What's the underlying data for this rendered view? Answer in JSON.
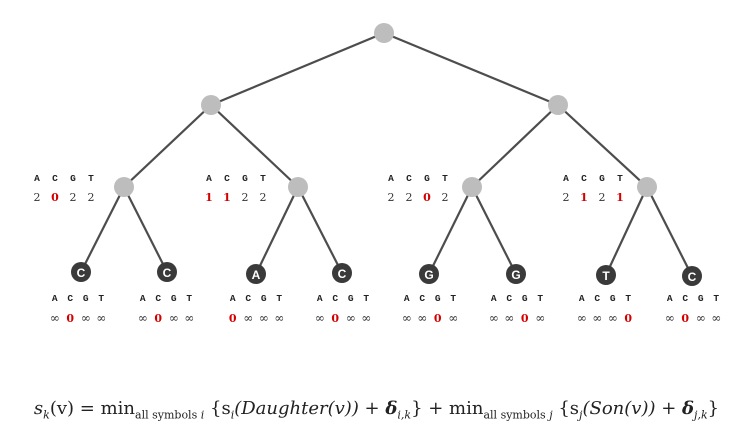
{
  "colors": {
    "red": "#d40000",
    "edge": "#4d4d4d",
    "internal_node": "#bdbdbd",
    "leaf_node": "#3a3a3a"
  },
  "alphabet": [
    "A",
    "C",
    "G",
    "T"
  ],
  "tree": {
    "internal_level2": [
      {
        "scores": [
          "2",
          "0",
          "2",
          "2"
        ],
        "red": [
          1
        ]
      },
      {
        "scores": [
          "1",
          "1",
          "2",
          "2"
        ],
        "red": [
          0,
          1
        ]
      },
      {
        "scores": [
          "2",
          "2",
          "0",
          "2"
        ],
        "red": [
          2
        ]
      },
      {
        "scores": [
          "2",
          "1",
          "2",
          "1"
        ],
        "red": [
          1,
          3
        ]
      }
    ],
    "leaves": [
      {
        "symbol": "C",
        "scores": [
          "∞",
          "0",
          "∞",
          "∞"
        ],
        "red": [
          1
        ]
      },
      {
        "symbol": "C",
        "scores": [
          "∞",
          "0",
          "∞",
          "∞"
        ],
        "red": [
          1
        ]
      },
      {
        "symbol": "A",
        "scores": [
          "0",
          "∞",
          "∞",
          "∞"
        ],
        "red": [
          0
        ]
      },
      {
        "symbol": "C",
        "scores": [
          "∞",
          "0",
          "∞",
          "∞"
        ],
        "red": [
          1
        ]
      },
      {
        "symbol": "G",
        "scores": [
          "∞",
          "∞",
          "0",
          "∞"
        ],
        "red": [
          2
        ]
      },
      {
        "symbol": "G",
        "scores": [
          "∞",
          "∞",
          "0",
          "∞"
        ],
        "red": [
          2
        ]
      },
      {
        "symbol": "T",
        "scores": [
          "∞",
          "∞",
          "∞",
          "0"
        ],
        "red": [
          3
        ]
      },
      {
        "symbol": "C",
        "scores": [
          "∞",
          "0",
          "∞",
          "∞"
        ],
        "red": [
          1
        ]
      }
    ]
  },
  "formula": {
    "s": "s",
    "k": "k",
    "v_open": "(v) = min",
    "all_symbols": "all symbols ",
    "i": "i",
    "brace_open": " {s",
    "daughter": "(Daughter(v)) + ",
    "delta": "δ",
    "ik": "i,k",
    "mid": "} + min",
    "all_symbols2": "all symbols ",
    "j": "j",
    "brace_open2": " {s",
    "son": "(Son(v)) + ",
    "jk": "j,k",
    "close": "}"
  }
}
